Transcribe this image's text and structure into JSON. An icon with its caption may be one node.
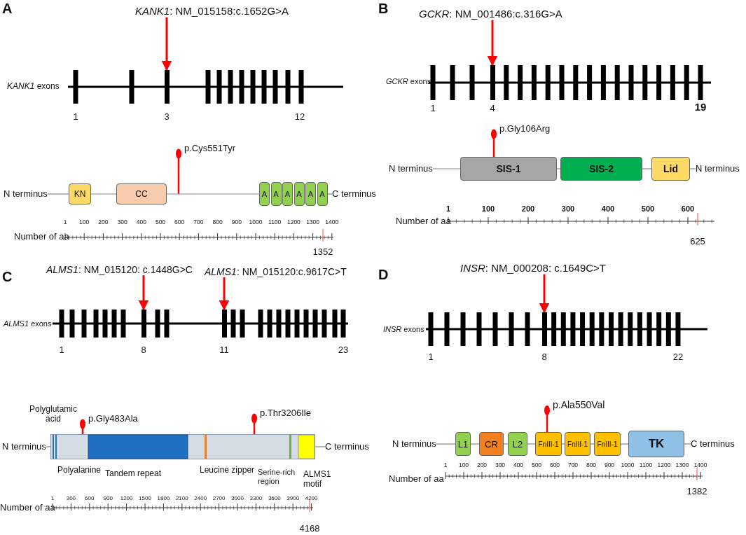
{
  "diagram": {
    "nodes": [
      {
        "text": [
          "*KANK1*: NM_015158:c.1652G>A"
        ]
      },
      {
        "text": [],
        "shape": "bar"
      },
      {
        "text": [
          "p.Cys551Tyr"
        ]
      },
      {
        "text": [
          "N terminus"
        ]
      },
      {
        "text": [
          "KN"
        ]
      },
      {
        "text": [
          "CC"
        ]
      },
      {
        "text": [
          "A"
        ]
      },
      {
        "text": [
          "A"
        ]
      },
      {
        "text": [
          "A"
        ]
      },
      {
        "text": [
          "A"
        ]
      },
      {
        "text": [
          "A"
        ]
      },
      {
        "text": [
          "A"
        ]
      },
      {
        "text": [
          "C terminus"
        ]
      },
      {
        "text": [
          "*GCKR*: NM_001486:c.316G>A"
        ]
      },
      {
        "text": [],
        "shape": "bar"
      },
      {
        "text": [
          "p.Gly106Arg"
        ]
      },
      {
        "text": [
          "N terminus"
        ]
      },
      {
        "text": [
          "SIS-1"
        ]
      },
      {
        "text": [
          "SIS-2"
        ]
      },
      {
        "text": [
          "Lid"
        ]
      },
      {
        "text": [
          "N terminus"
        ]
      },
      {
        "text": [
          "*ALMS1*: NM_015120: c.1448G>C"
        ]
      },
      {
        "text": [
          "*ALMS1*: NM_015120:c.9617C>T"
        ]
      },
      {
        "text": [],
        "shape": "bar"
      },
      {
        "text": [],
        "shape": "bar"
      },
      {
        "text": [
          "p.Gly483Ala"
        ]
      },
      {
        "text": [
          "p.Thr3206Ile"
        ]
      },
      {
        "text": [
          "N terminus"
        ]
      },
      {
        "text": [],
        "shape": "bar"
      },
      {
        "text": [
          "C terminus"
        ]
      },
      {
        "text": [
          "*INSR*: NM_000208: c.1649C>T"
        ]
      },
      {
        "text": [],
        "shape": "bar"
      },
      {
        "text": [
          "p.Ala550Val"
        ]
      },
      {
        "text": [
          "N terminus"
        ]
      },
      {
        "text": [
          "L1"
        ]
      },
      {
        "text": [
          "CR"
        ]
      },
      {
        "text": [
          "L2"
        ]
      },
      {
        "text": [
          "FnIII-1"
        ]
      },
      {
        "text": [
          "FnIII-1"
        ]
      },
      {
        "text": [
          "FnIII-1"
        ]
      },
      {
        "text": [
          "TK"
        ]
      },
      {
        "text": [
          "C terminus"
        ]
      }
    ],
    "edges": [
      {
        "from": 0,
        "to": 1,
        "arrow": "to",
        "style": "thick",
        "color": "#ff0000"
      },
      {
        "from": 13,
        "to": 14,
        "arrow": "to",
        "style": "thick",
        "color": "#ff0000"
      },
      {
        "from": 21,
        "to": 23,
        "arrow": "to",
        "style": "thick",
        "color": "#ff0000"
      },
      {
        "from": 22,
        "to": 24,
        "arrow": "to",
        "style": "thick",
        "color": "#ff0000"
      },
      {
        "from": 30,
        "to": 31,
        "arrow": "to",
        "style": "thick",
        "color": "#ff0000"
      },
      {
        "from": null,
        "to": 2,
        "arrow": "other",
        "color": "#ff0000"
      },
      {
        "from": 17,
        "to": 15,
        "arrow": "other",
        "color": "#ff0000"
      },
      {
        "from": 28,
        "to": 25,
        "arrow": "other",
        "color": "#ff0000"
      },
      {
        "from": 28,
        "to": 26,
        "arrow": "other",
        "color": "#ff0000"
      },
      {
        "from": 37,
        "to": 32,
        "arrow": "other",
        "color": "#ff0000"
      },
      {
        "from": 3,
        "to": 4,
        "arrow": "none"
      },
      {
        "from": 4,
        "to": 5,
        "arrow": "none"
      },
      {
        "from": 5,
        "to": 6,
        "arrow": "none"
      },
      {
        "from": 11,
        "to": 12,
        "arrow": "none"
      },
      {
        "from": 16,
        "to": 17,
        "arrow": "none"
      },
      {
        "from": 17,
        "to": 18,
        "arrow": "none"
      },
      {
        "from": 18,
        "to": 19,
        "arrow": "none"
      },
      {
        "from": 19,
        "to": 20,
        "arrow": "none"
      },
      {
        "from": 27,
        "to": 28,
        "arrow": "none"
      },
      {
        "from": 28,
        "to": 29,
        "arrow": "none"
      },
      {
        "from": 33,
        "to": 34,
        "arrow": "none"
      },
      {
        "from": 34,
        "to": 35,
        "arrow": "none"
      },
      {
        "from": 35,
        "to": 36,
        "arrow": "none"
      },
      {
        "from": 36,
        "to": 37,
        "arrow": "none"
      },
      {
        "from": 37,
        "to": 38,
        "arrow": "none"
      },
      {
        "from": 38,
        "to": 39,
        "arrow": "none"
      },
      {
        "from": 39,
        "to": 40,
        "arrow": "none"
      },
      {
        "from": 40,
        "to": 41,
        "arrow": "none"
      }
    ],
    "labels": [
      "A",
      "*KANK1* exons",
      "1",
      "3",
      "12",
      "Number of aa",
      "1",
      "100",
      "200",
      "300",
      "400",
      "500",
      "600",
      "700",
      "800",
      "900",
      "1000",
      "1100",
      "1200",
      "1300",
      "1400",
      "1352",
      "B",
      "*GCKR* exons",
      "1",
      "4",
      "19",
      "Number of aa",
      "1",
      "100",
      "200",
      "300",
      "400",
      "500",
      "600",
      "625",
      "C",
      "*ALMS1* exons",
      "1",
      "8",
      "11",
      "23",
      "Polyglutamic acid",
      "Polyalanine",
      "Tandem repeat",
      "Leucine zipper",
      "Serine-rich region",
      "ALMS1 motif",
      "Number of aa",
      "1",
      "300",
      "600",
      "900",
      "1200",
      "1500",
      "1800",
      "2100",
      "2400",
      "2700",
      "3000",
      "3300",
      "3600",
      "3900",
      "4200",
      "4168",
      "D",
      "*INSR* exons",
      "1",
      "8",
      "22",
      "Number of aa",
      "1",
      "100",
      "200",
      "300",
      "400",
      "500",
      "600",
      "700",
      "800",
      "900",
      "1000",
      "1100",
      "1200",
      "1300",
      "1400",
      "1382"
    ]
  }
}
